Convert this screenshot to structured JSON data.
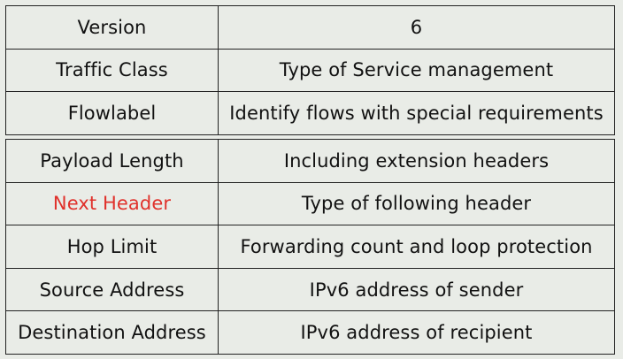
{
  "colors": {
    "background": "#e9ece7",
    "border": "#222222",
    "text": "#111111",
    "highlight": "#e0312b"
  },
  "top_rows": [
    {
      "field": "Version",
      "description": "6",
      "highlight": false
    },
    {
      "field": "Traffic Class",
      "description": "Type of Service management",
      "highlight": false
    },
    {
      "field": "Flowlabel",
      "description": "Identify flows with special requirements",
      "highlight": false
    }
  ],
  "bottom_rows": [
    {
      "field": "Payload Length",
      "description": "Including extension headers",
      "highlight": false
    },
    {
      "field": "Next Header",
      "description": "Type of following header",
      "highlight": true
    },
    {
      "field": "Hop Limit",
      "description": "Forwarding count and loop protection",
      "highlight": false
    },
    {
      "field": "Source Address",
      "description": "IPv6 address of sender",
      "highlight": false
    },
    {
      "field": "Destination Address",
      "description": "IPv6 address of recipient",
      "highlight": false
    }
  ]
}
